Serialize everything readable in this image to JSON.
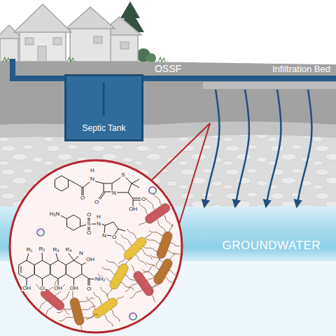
{
  "diagram": {
    "nodes": [
      {
        "text": [
          "Septic Tank"
        ]
      },
      {
        "text": [
          "Infiltration Bed"
        ]
      },
      {
        "text": [
          "GROUNDWATER"
        ]
      }
    ],
    "edges": [
      {
        "from": 0,
        "to": 1,
        "arrow": "none"
      },
      {
        "from": 1,
        "to": 2,
        "arrow": "to"
      },
      {
        "from": 1,
        "to": 2,
        "arrow": "to"
      },
      {
        "from": 1,
        "to": 2,
        "arrow": "to"
      },
      {
        "from": 1,
        "to": 2,
        "arrow": "to"
      }
    ],
    "labels": [
      "OSSF",
      "H",
      "N",
      "O",
      "N",
      "O",
      "S",
      "O",
      "OH",
      "H₂N",
      "S",
      "O",
      "O",
      "N",
      "H",
      "N",
      "O",
      "R₁",
      "R₂",
      "R₃",
      "R₄",
      "N",
      "OH",
      "O",
      "OH",
      "OH",
      "O",
      "NH₂",
      "OH"
    ]
  }
}
